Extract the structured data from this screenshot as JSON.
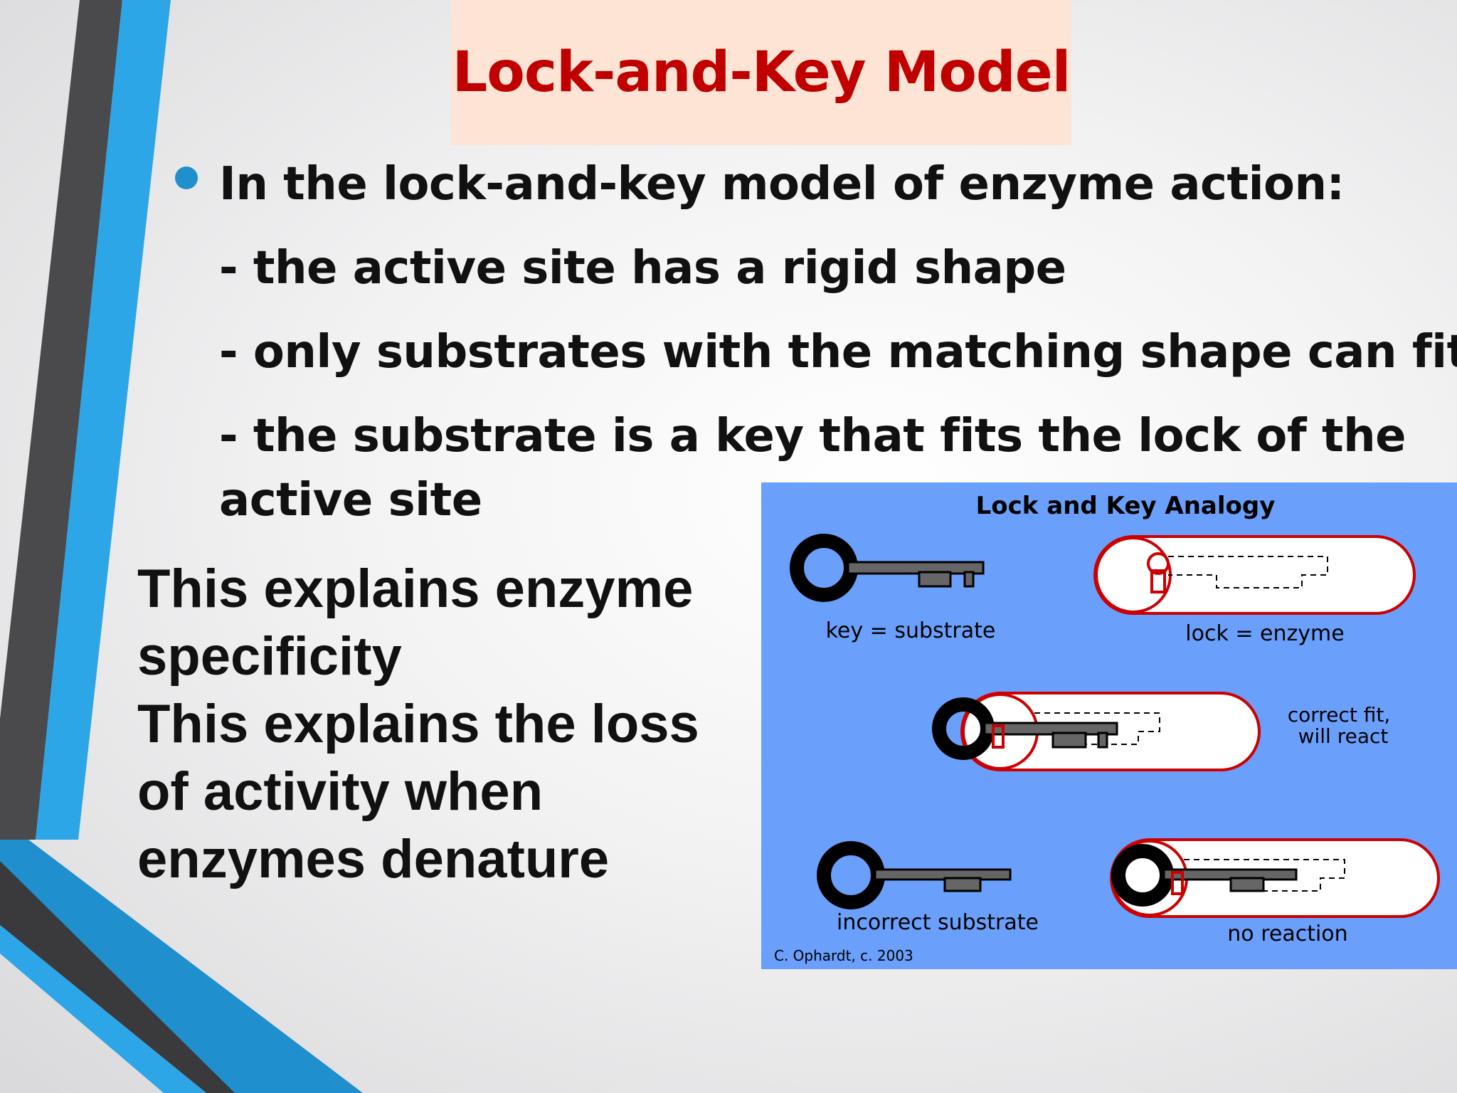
{
  "slide": {
    "title": "Lock-and-Key Model",
    "bullet": "In the lock-and-key model of enzyme action:",
    "points": [
      "- the active site has a rigid shape",
      "- only substrates with the matching shape can fit",
      "- the substrate is a key that fits the lock of the",
      "active site"
    ],
    "explain": [
      "This explains enzyme",
      "specificity",
      "This explains the loss",
      "of activity when",
      "enzymes denature"
    ]
  },
  "figure": {
    "title": "Lock and Key Analogy",
    "key_label": "key = substrate",
    "lock_label": "lock = enzyme",
    "correct_line1": "correct fit,",
    "correct_line2": "will react",
    "incorrect_label": "incorrect substrate",
    "no_reaction_label": "no reaction",
    "credit": "C. Ophardt, c. 2003"
  },
  "colors": {
    "title_red": "#c00000",
    "title_bg": "#fde4d4",
    "bullet_blue": "#1f8fce",
    "figure_bg": "#6a9ffb",
    "lock_red": "#cc0000"
  }
}
